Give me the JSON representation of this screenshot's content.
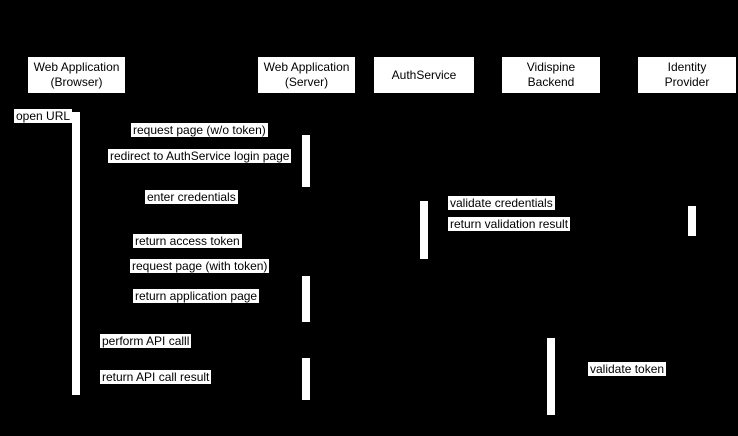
{
  "diagram": {
    "type": "sequence-diagram",
    "colors": {
      "background": "#000000",
      "box_fill": "#ffffff",
      "box_text": "#000000",
      "label_fill": "#ffffff",
      "label_text": "#000000"
    },
    "participants": [
      {
        "label": "Web Application (Browser)"
      },
      {
        "label": "Web Application (Server)"
      },
      {
        "label": "AuthService"
      },
      {
        "label": "Vidispine Backend"
      },
      {
        "label": "Identity Provider"
      }
    ],
    "messages": [
      {
        "label": "open URL"
      },
      {
        "label": "request page (w/o token)"
      },
      {
        "label": "redirect to AuthService login page"
      },
      {
        "label": "enter credentials"
      },
      {
        "label": "validate credentials"
      },
      {
        "label": "return validation result"
      },
      {
        "label": "return access token"
      },
      {
        "label": "request page (with token)"
      },
      {
        "label": "return application page"
      },
      {
        "label": "perform API calll"
      },
      {
        "label": "return API call result"
      },
      {
        "label": "validate token"
      }
    ]
  }
}
